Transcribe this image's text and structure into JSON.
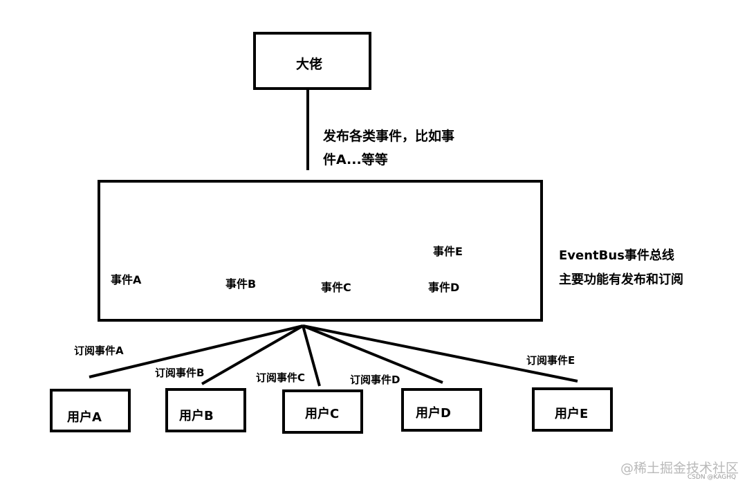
{
  "publisher": {
    "label": "大佬"
  },
  "publish_note": {
    "line1": "发布各类事件，比如事",
    "line2": "件A...等等"
  },
  "bus": {
    "events": {
      "a": "事件A",
      "b": "事件B",
      "c": "事件C",
      "d": "事件D",
      "e": "事件E"
    },
    "note_line1": "EventBus事件总线",
    "note_line2": "主要功能有发布和订阅"
  },
  "subscriptions": {
    "a": "订阅事件A",
    "b": "订阅事件B",
    "c": "订阅事件C",
    "d": "订阅事件D",
    "e": "订阅事件E"
  },
  "users": {
    "a": "用户A",
    "b": "用户B",
    "c": "用户C",
    "d": "用户D",
    "e": "用户E"
  },
  "watermark": {
    "main": "@稀土掘金技术社区",
    "sub": "CSDN @KAGHQ"
  },
  "colors": {
    "stroke": "#000000",
    "background": "#ffffff",
    "watermark": "#b9b9b9"
  }
}
